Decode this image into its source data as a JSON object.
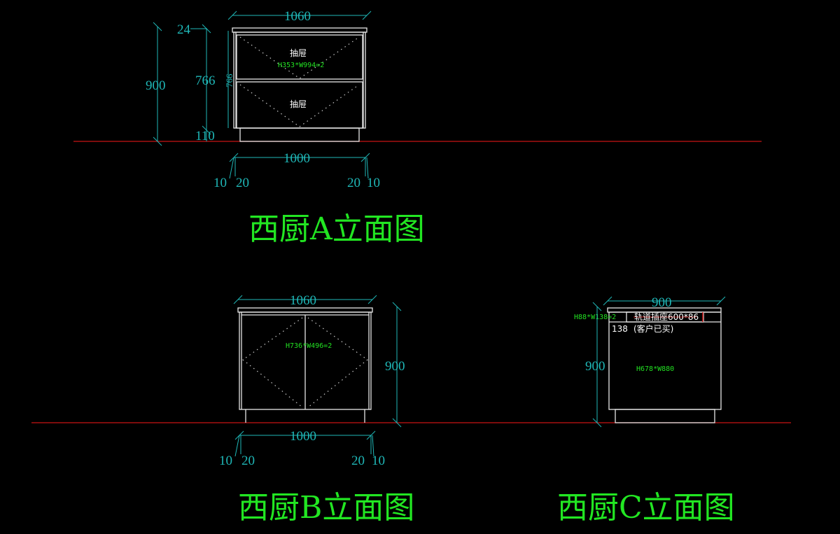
{
  "colors": {
    "background": "#000000",
    "dimension": "#1fb7b7",
    "floor": "#c81414",
    "outline": "#e6e6e6",
    "note": "#22e022",
    "title": "#22e622"
  },
  "view_a": {
    "title": "西厨A立面图",
    "dims": {
      "top_width": "1060",
      "plinth_width": "1000",
      "total_height": "900",
      "top_thickness": "24",
      "body_height": "766",
      "body_height_inner": "766",
      "plinth_height": "110",
      "left_gap1": "10",
      "left_gap2": "20",
      "right_gap1": "20",
      "right_gap2": "10"
    },
    "drawer1_label": "抽屉",
    "drawer1_spec": "H353*W994=2",
    "drawer2_label": "抽屉"
  },
  "view_b": {
    "title": "西厨B立面图",
    "dims": {
      "top_width": "1060",
      "plinth_width": "1000",
      "total_height": "900",
      "left_gap1": "10",
      "left_gap2": "20",
      "right_gap1": "20",
      "right_gap2": "10"
    },
    "door_spec": "H736*W496=2"
  },
  "view_c": {
    "title": "西厨C立面图",
    "dims": {
      "top_width": "900",
      "total_height": "900"
    },
    "small_spec": "H88*W138=2",
    "rail_socket": "轨道插座600*86",
    "dim_138": "138",
    "note": "(客户已买)",
    "door_spec": "H678*W880"
  }
}
